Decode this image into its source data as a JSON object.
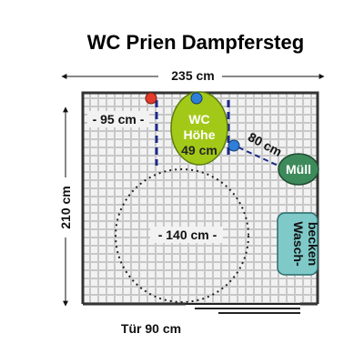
{
  "title": "WC Prien Dampfersteg",
  "dimensions": {
    "width_label": "235 cm",
    "height_label": "210 cm",
    "side_label": "- 95 cm -",
    "diagonal_label": "80 cm",
    "turning_circle_label": "- 140 cm -",
    "door_label": "Tür 90 cm"
  },
  "fixtures": {
    "wc_line1": "WC",
    "wc_line2": "Höhe",
    "wc_line3": "49 cm",
    "trash_label": "Müll",
    "sink_line1": "Wasch-",
    "sink_line2": "becken"
  },
  "colors": {
    "floor_grid": "#c8c8c8",
    "floor_fill": "#efefef",
    "wall": "#333333",
    "wc": "#a3c918",
    "trash": "#3d8a5a",
    "sink": "#7fc9c9",
    "grab_bar": "#1a2a8a",
    "marker_red": "#e23b2a",
    "marker_blue": "#2f7fd8"
  },
  "icons": [
    "arrow-left-icon",
    "arrow-right-icon",
    "arrow-up-icon",
    "arrow-down-icon"
  ]
}
